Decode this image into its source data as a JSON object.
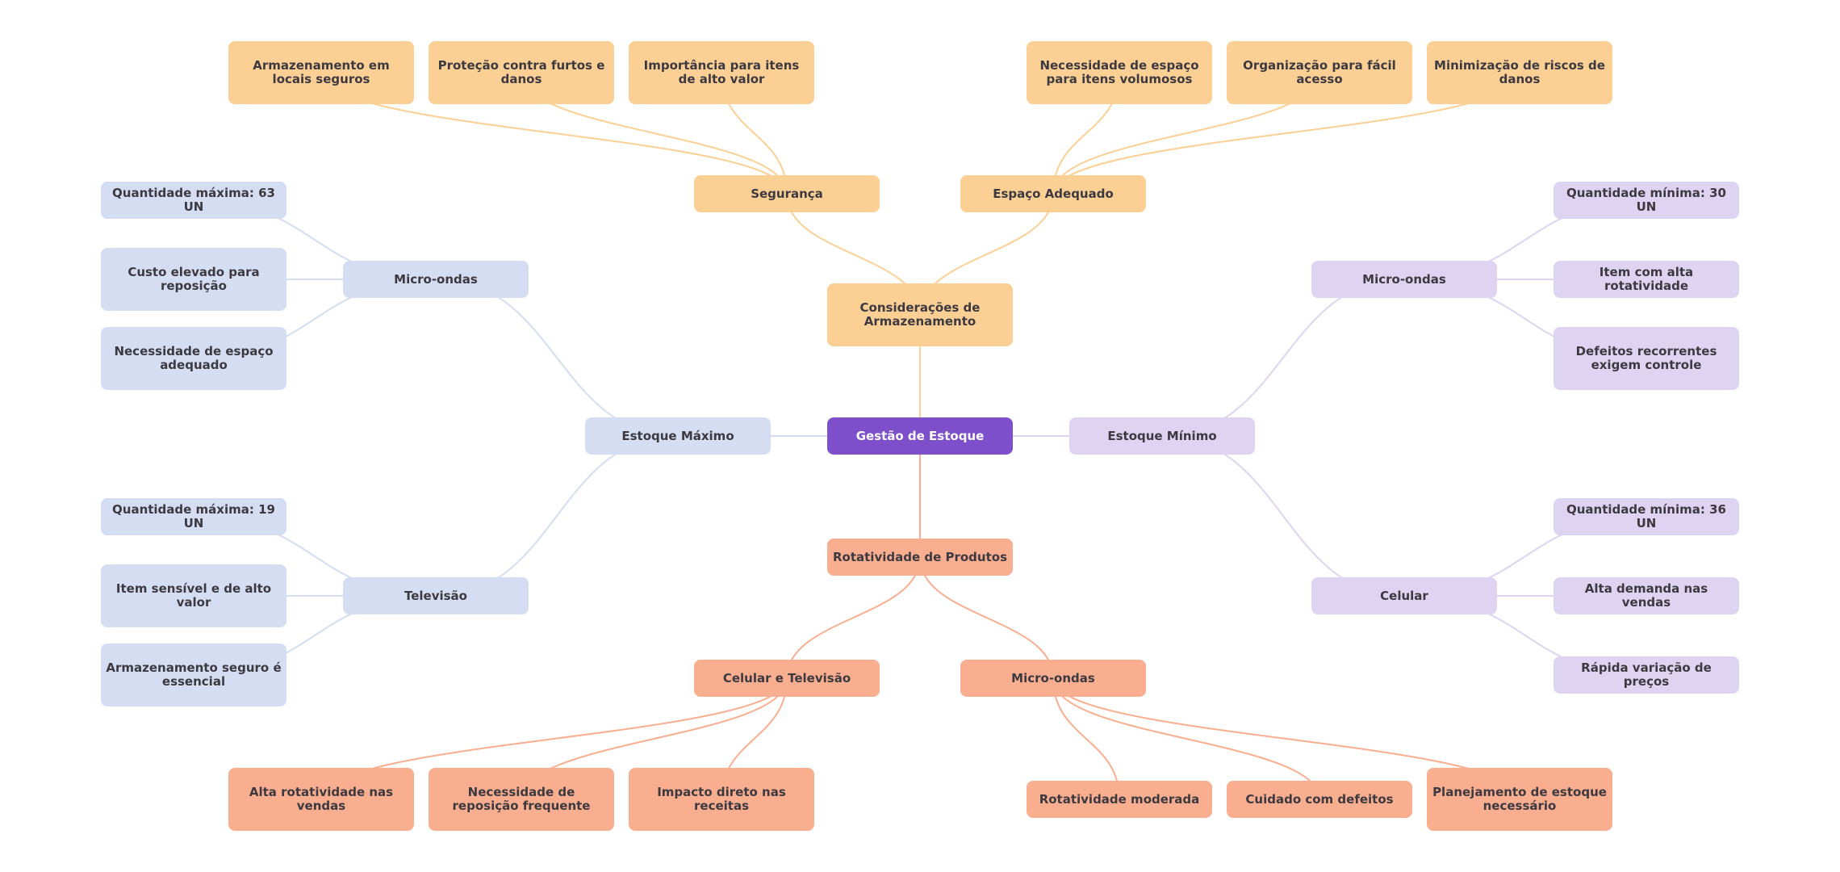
{
  "title": "Gestão de Estoque",
  "colors": {
    "root": "#7e4fcb",
    "armazenamento": "#fcd095",
    "estoque_maximo": "#d5ddf2",
    "estoque_minimo": "#ded3f1",
    "rotatividade": "#f9ae8f",
    "text": "#3c3a40"
  },
  "root": {
    "label": "Gestão de Estoque"
  },
  "armazenamento": {
    "label": "Considerações de Armazenamento",
    "seguranca": {
      "label": "Segurança",
      "children": [
        "Armazenamento em locais seguros",
        "Proteção contra furtos e danos",
        "Importância para itens de alto valor"
      ]
    },
    "espaco": {
      "label": "Espaço Adequado",
      "children": [
        "Necessidade de espaço para itens volumosos",
        "Organização para fácil acesso",
        "Minimização de riscos de danos"
      ]
    }
  },
  "estoque_maximo": {
    "label": "Estoque Máximo",
    "micro": {
      "label": "Micro-ondas",
      "children": [
        "Quantidade máxima: 63 UN",
        "Custo elevado para reposição",
        "Necessidade de espaço adequado"
      ]
    },
    "tv": {
      "label": "Televisão",
      "children": [
        "Quantidade máxima: 19 UN",
        "Item sensível e de alto valor",
        "Armazenamento seguro é essencial"
      ]
    }
  },
  "estoque_minimo": {
    "label": "Estoque Mínimo",
    "micro": {
      "label": "Micro-ondas",
      "children": [
        "Quantidade mínima: 30 UN",
        "Item com alta rotatividade",
        "Defeitos recorrentes exigem controle"
      ]
    },
    "celular": {
      "label": "Celular",
      "children": [
        "Quantidade mínima: 36 UN",
        "Alta demanda nas vendas",
        "Rápida variação de preços"
      ]
    }
  },
  "rotatividade": {
    "label": "Rotatividade de Produtos",
    "celtv": {
      "label": "Celular e Televisão",
      "children": [
        "Alta rotatividade nas vendas",
        "Necessidade de reposição frequente",
        "Impacto direto nas receitas"
      ]
    },
    "micro": {
      "label": "Micro-ondas",
      "children": [
        "Rotatividade moderada",
        "Cuidado com defeitos",
        "Planejamento de estoque necessário"
      ]
    }
  }
}
